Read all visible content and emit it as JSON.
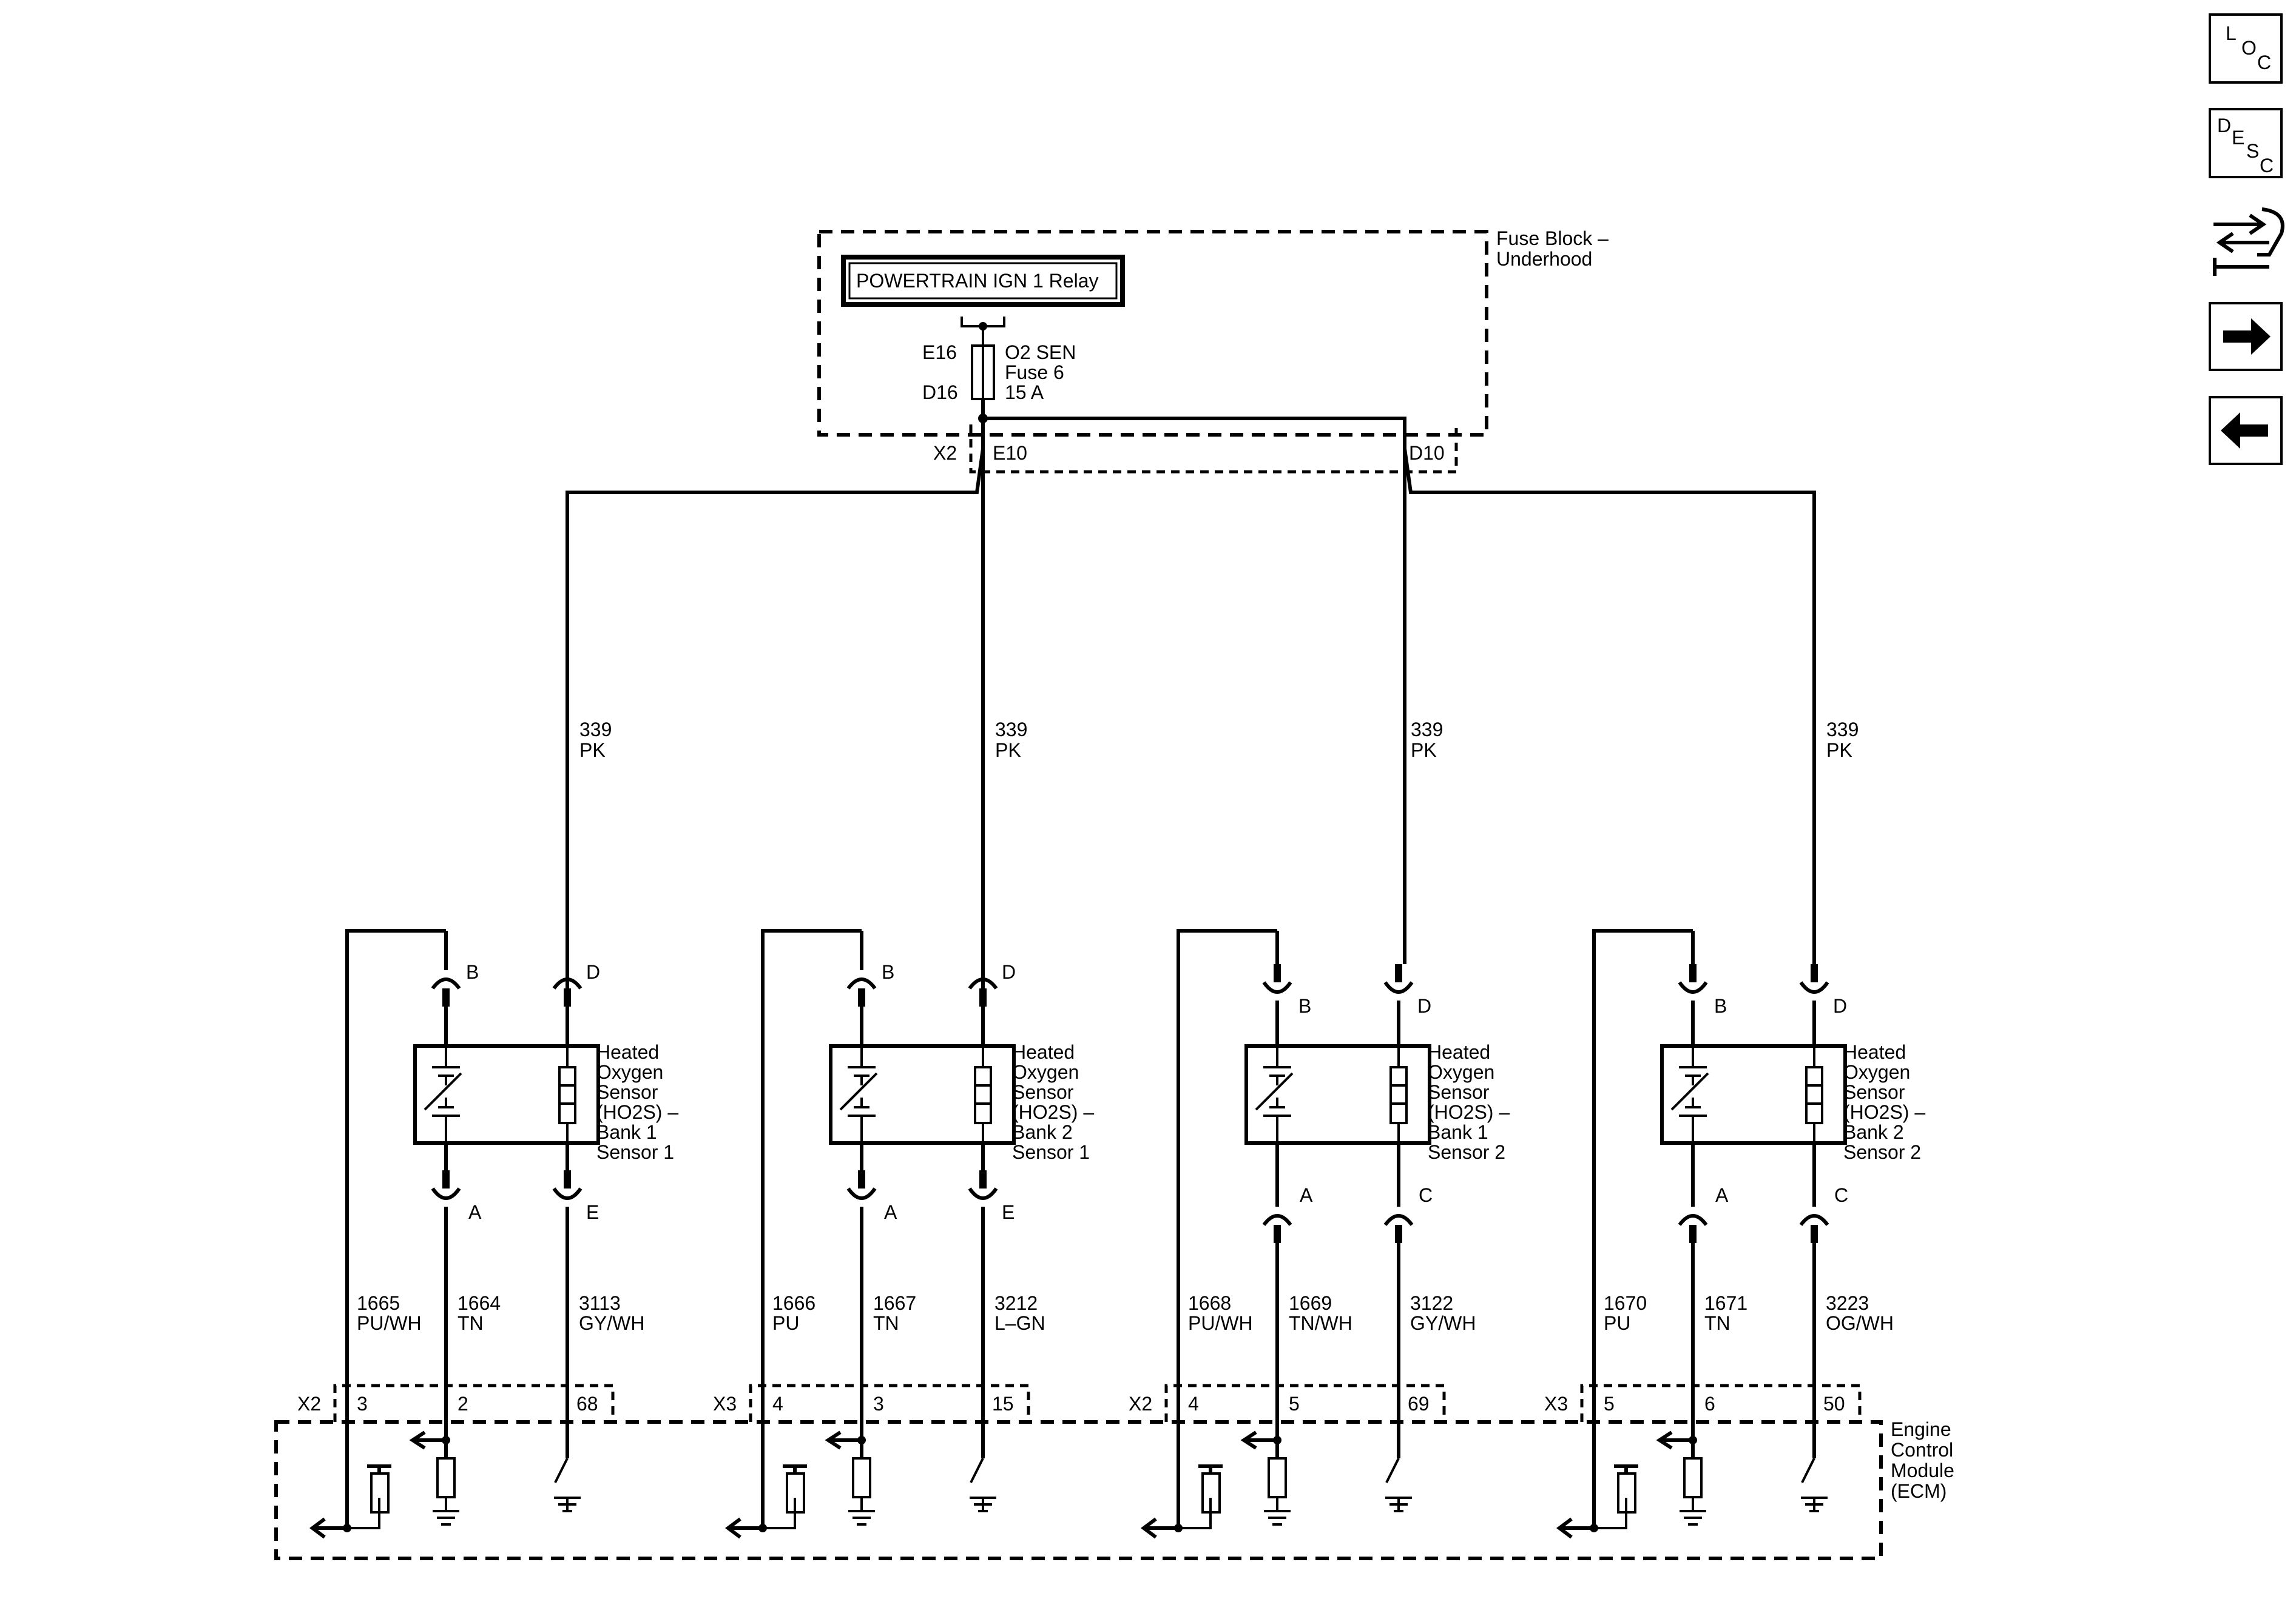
{
  "nav": {
    "loc": [
      "L",
      "O",
      "C"
    ],
    "desc": [
      "D",
      "E",
      "S",
      "C"
    ]
  },
  "fuse_block": {
    "label1": "Fuse Block –",
    "label2": "Underhood",
    "relay": "POWERTRAIN IGN 1 Relay",
    "fuse_top_pin": "E16",
    "fuse_bottom_pin": "D16",
    "fuse_name": "O2 SEN",
    "fuse_num": "Fuse 6",
    "fuse_rating": "15 A",
    "conn_x2": "X2",
    "conn_e10": "E10",
    "conn_d10": "D10"
  },
  "feed_wire": {
    "circuit": "339",
    "color": "PK"
  },
  "ecm": {
    "line1": "Engine",
    "line2": "Control",
    "line3": "Module",
    "line4": "(ECM)"
  },
  "sensors": [
    {
      "name": [
        "Heated",
        "Oxygen",
        "Sensor",
        "(HO2S) –",
        "Bank 1",
        "Sensor 1"
      ],
      "pin_b": "B",
      "pin_d": "D",
      "pin_a": "A",
      "pin_e": "E",
      "w1_circ": "1665",
      "w1_col": "PU/WH",
      "w2_circ": "1664",
      "w2_col": "TN",
      "w3_circ": "3113",
      "w3_col": "GY/WH",
      "conn": "X2",
      "p1": "3",
      "p2": "2",
      "p3": "68"
    },
    {
      "name": [
        "Heated",
        "Oxygen",
        "Sensor",
        "(HO2S) –",
        "Bank 2",
        "Sensor 1"
      ],
      "pin_b": "B",
      "pin_d": "D",
      "pin_a": "A",
      "pin_e": "E",
      "w1_circ": "1666",
      "w1_col": "PU",
      "w2_circ": "1667",
      "w2_col": "TN",
      "w3_circ": "3212",
      "w3_col": "L–GN",
      "conn": "X3",
      "p1": "4",
      "p2": "3",
      "p3": "15"
    },
    {
      "name": [
        "Heated",
        "Oxygen",
        "Sensor",
        "(HO2S) –",
        "Bank 1",
        "Sensor 2"
      ],
      "pin_b": "B",
      "pin_d": "D",
      "pin_a": "A",
      "pin_e": "C",
      "w1_circ": "1668",
      "w1_col": "PU/WH",
      "w2_circ": "1669",
      "w2_col": "TN/WH",
      "w3_circ": "3122",
      "w3_col": "GY/WH",
      "conn": "X2",
      "p1": "4",
      "p2": "5",
      "p3": "69"
    },
    {
      "name": [
        "Heated",
        "Oxygen",
        "Sensor",
        "(HO2S) –",
        "Bank 2",
        "Sensor 2"
      ],
      "pin_b": "B",
      "pin_d": "D",
      "pin_a": "A",
      "pin_e": "C",
      "w1_circ": "1670",
      "w1_col": "PU",
      "w2_circ": "1671",
      "w2_col": "TN",
      "w3_circ": "3223",
      "w3_col": "OG/WH",
      "conn": "X3",
      "p1": "5",
      "p2": "6",
      "p3": "50"
    }
  ]
}
